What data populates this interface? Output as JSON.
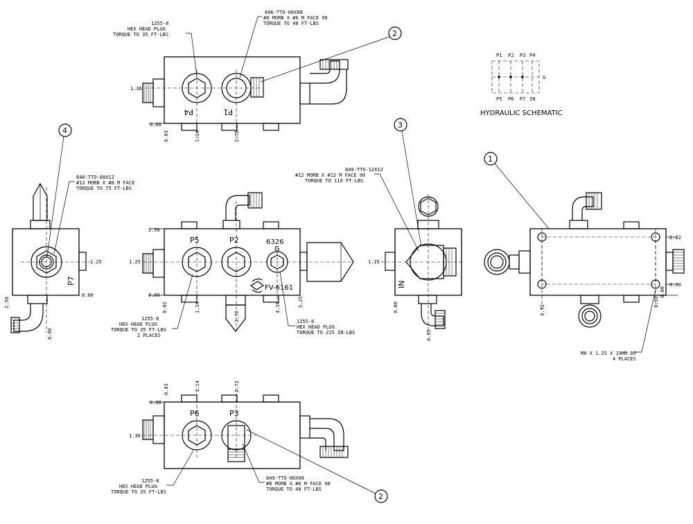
{
  "balloons": [
    "1",
    "2",
    "3",
    "4"
  ],
  "top_view": {
    "part_a": "1255-8",
    "part_a_desc": "HEX HEAD PLUG",
    "part_a_torque": "TORQUE TO 35 FT-LBS",
    "part_b": "846-TTO-06X08",
    "part_b_desc": "#8 MORB X #6 M FACE 90",
    "part_b_torque": "TORQUE TO 48 FT-LBS",
    "dim_136": "1.36",
    "dim_000": "0.00",
    "dim_003": "0.03",
    "dim_114": "1.14",
    "dim_272": "2.72",
    "port_p4": "P4",
    "port_p1": "P1"
  },
  "schematic": {
    "title": "HYDRAULIC SCHEMATIC",
    "top_ports": [
      "P1",
      "P2",
      "P3",
      "P4"
    ],
    "bottom_ports": [
      "P5",
      "P6",
      "P7",
      "IN"
    ],
    "side_port": "G"
  },
  "left_view": {
    "part": "848-TTO-08X12",
    "part_desc": "#12 MORB X #8 M FACE",
    "part_torque": "TORQUE TO 75 FT-LBS",
    "dim_125": "1.25",
    "dim_000": "0.00",
    "dim_250": "2.50",
    "dim_096": "0.96",
    "port": "P7"
  },
  "front_view": {
    "dim_250": "2.50",
    "dim_125": "1.25",
    "dim_000": "0.00",
    "dim_002": "0.02",
    "dim_114": "1.14",
    "dim_272": "2.72",
    "dim_419": "4.19",
    "dim_525": "5.25",
    "port_p5": "P5",
    "port_p2": "P2",
    "port_g": "G",
    "serial": "6326",
    "model": "FV-6161",
    "plug_a": "1255-8",
    "plug_a_desc": "HEX HEAD PLUG",
    "plug_a_torque": "TORQUE TO 35 FT-LBS",
    "plug_a_places": "2 PLACES",
    "plug_b": "1255-6",
    "plug_b_desc": "HEX HEAD PLUG",
    "plug_b_torque": "TORQUE TO 225 IN-LBS"
  },
  "right_end_view": {
    "part": "849-TTO-12X12",
    "part_desc": "#12 MORB X #12 M FACE 90",
    "part_torque": "TORQUE TO 110 FT-LBS",
    "dim_125": "1.25",
    "dim_000": "0.00",
    "dim_095": "0.95",
    "port": "IN"
  },
  "back_view": {
    "dim_222": "2.22",
    "dim_030": "0.30",
    "dim_000": "0.00",
    "dim_472": "4.72",
    "dim_032": "0.32",
    "hole_note": "M8 X 1.25 X 19MM DP",
    "hole_places": "4 PLACES"
  },
  "bottom_view": {
    "dim_003": "0.03",
    "dim_114": "1.14",
    "dim_272": "2.72",
    "dim_000": "0.00",
    "dim_136": "1.36",
    "port_p6": "P6",
    "port_p3": "P3",
    "plug": "1255-8",
    "plug_desc": "HEX HEAD PLUG",
    "plug_torque": "TORQUE TO 35 FT-LBS",
    "part": "849-TTO-06X08",
    "part_desc": "#8 MORB X #6 M FACE 90",
    "part_torque": "TORQUE TO 48 FT-LBS"
  }
}
